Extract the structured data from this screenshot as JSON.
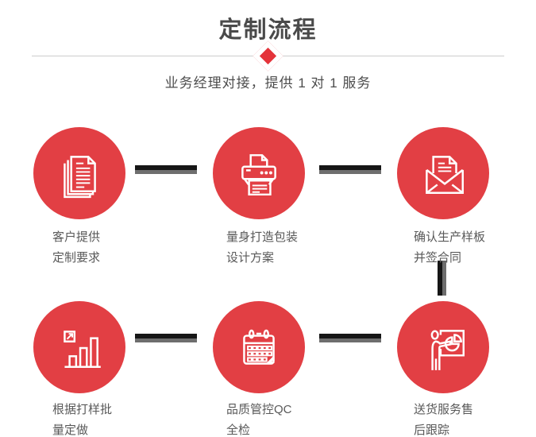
{
  "header": {
    "title": "定制流程",
    "subtitle": "业务经理对接，提供 1 对 1 服务"
  },
  "steps": [
    {
      "icon": "documents-icon",
      "line1": "客户提供",
      "line2": "定制要求"
    },
    {
      "icon": "printer-icon",
      "line1": "量身打造包装",
      "line2": "设计方案"
    },
    {
      "icon": "envelope-icon",
      "line1": "确认生产样板",
      "line2": "并签合同"
    },
    {
      "icon": "bar-chart-icon",
      "line1": "根据打样批",
      "line2": "量定做"
    },
    {
      "icon": "calendar-icon",
      "line1": "品质管控QC",
      "line2": "全检"
    },
    {
      "icon": "presentation-icon",
      "line1": "送货服务售",
      "line2": "后跟踪"
    }
  ],
  "colors": {
    "circle_red": "#e23f44",
    "diamond_red": "#e4333a",
    "title_gray": "#4a4a4a",
    "label_gray": "#595959",
    "divider_gray": "#cccccc",
    "connector_black": "#161616",
    "connector_gray": "#6e6e6e"
  }
}
